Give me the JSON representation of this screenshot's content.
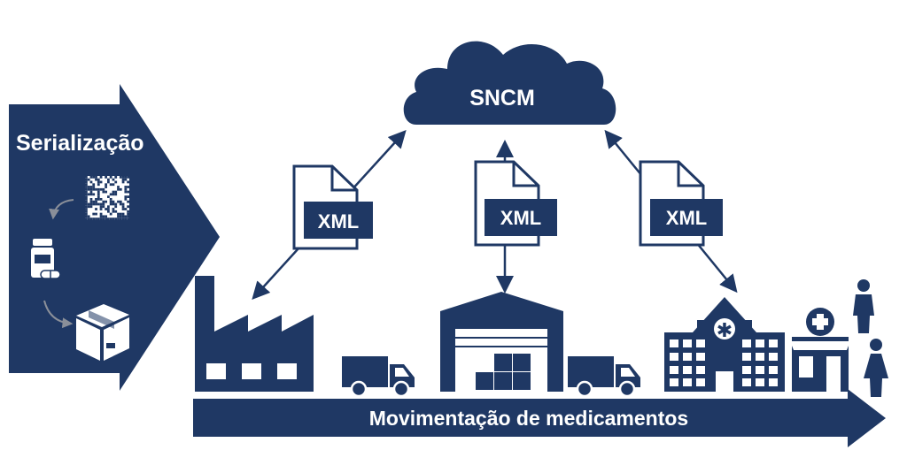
{
  "serialization": {
    "title": "Serialização"
  },
  "cloud": {
    "label": "SNCM"
  },
  "xml_docs": [
    {
      "label": "XML"
    },
    {
      "label": "XML"
    },
    {
      "label": "XML"
    }
  ],
  "bottom_arrow": {
    "label": "Movimentação de medicamentos"
  },
  "colors": {
    "navy": "#1f3864",
    "white": "#ffffff"
  },
  "icons": [
    "datamatrix-icon",
    "pill-bottle-icon",
    "box-icon",
    "factory-icon",
    "truck-icon",
    "warehouse-icon",
    "hospital-icon",
    "pharmacy-icon",
    "man-icon",
    "woman-icon"
  ]
}
